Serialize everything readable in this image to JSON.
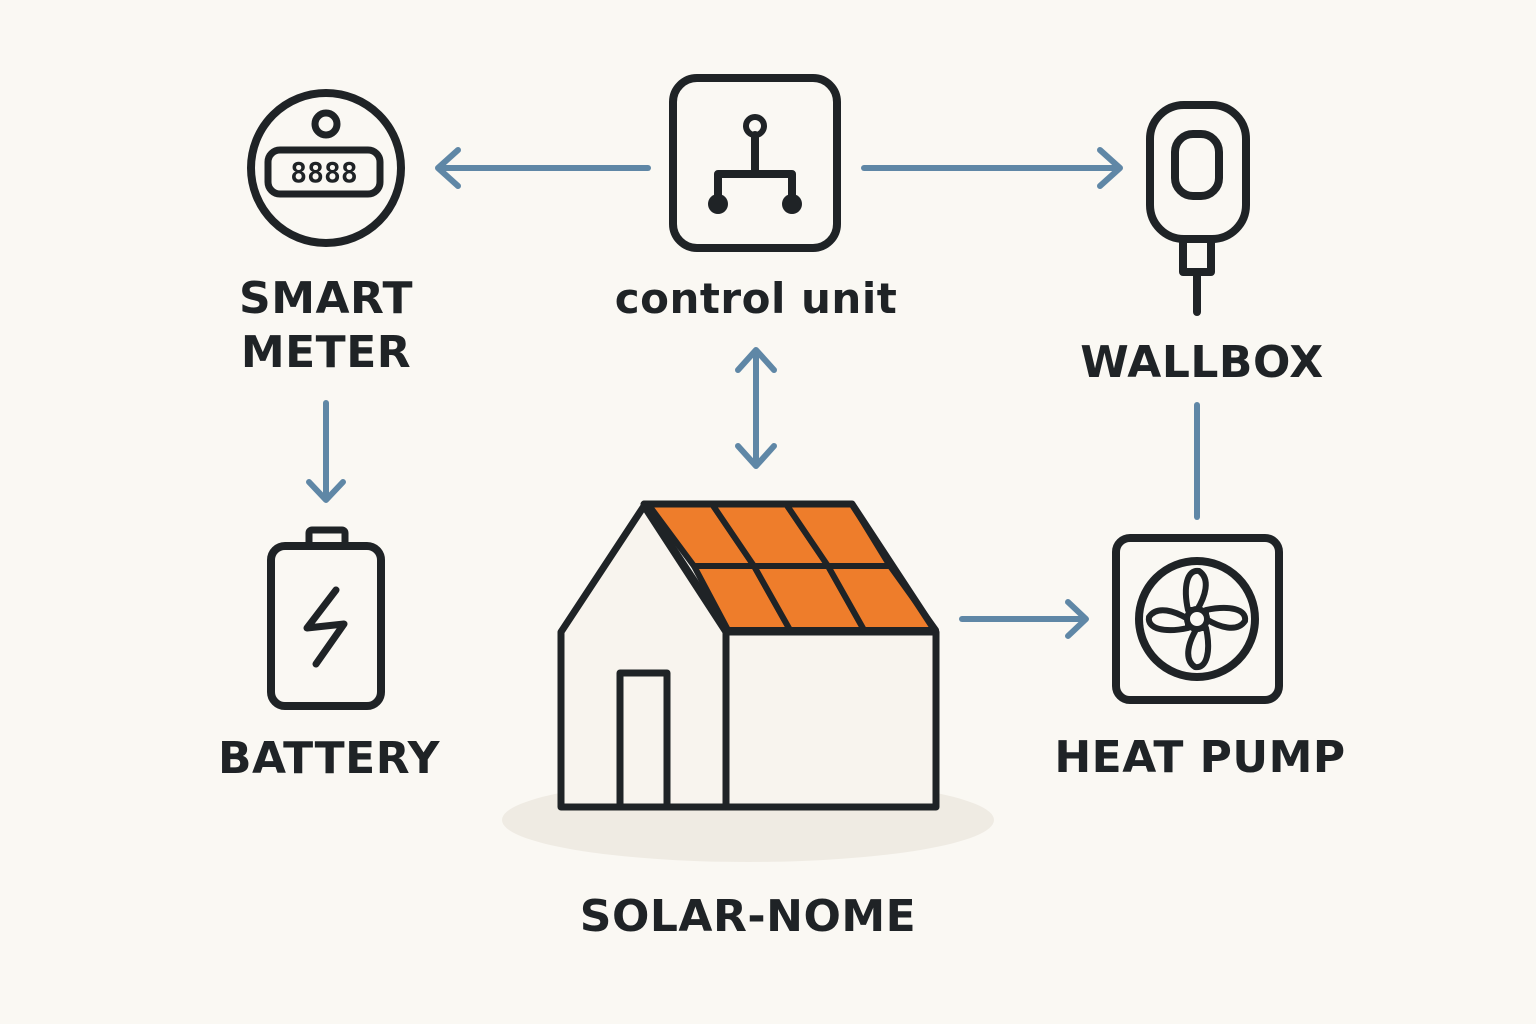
{
  "nodes": {
    "smart_meter": {
      "line1": "SMART",
      "line2": "METER",
      "display": "8888",
      "icon": "smart-meter-icon"
    },
    "control_unit": {
      "label": "control unit",
      "icon": "control-unit-icon"
    },
    "wallbox": {
      "label": "WALLBOX",
      "icon": "wallbox-icon"
    },
    "battery": {
      "label": "BATTERY",
      "icon": "battery-icon"
    },
    "house": {
      "label": "SOLAR-NOME",
      "icon": "solar-house-icon"
    },
    "heat_pump": {
      "label": "HEAT PUMP",
      "icon": "heat-pump-icon"
    }
  },
  "colors": {
    "background": "#faf8f3",
    "stroke": "#1f2326",
    "arrow": "#5f87a6",
    "solar_panel": "#ee7d2b",
    "house_fill": "#f8f4ee",
    "shadow": "#efebe3"
  }
}
